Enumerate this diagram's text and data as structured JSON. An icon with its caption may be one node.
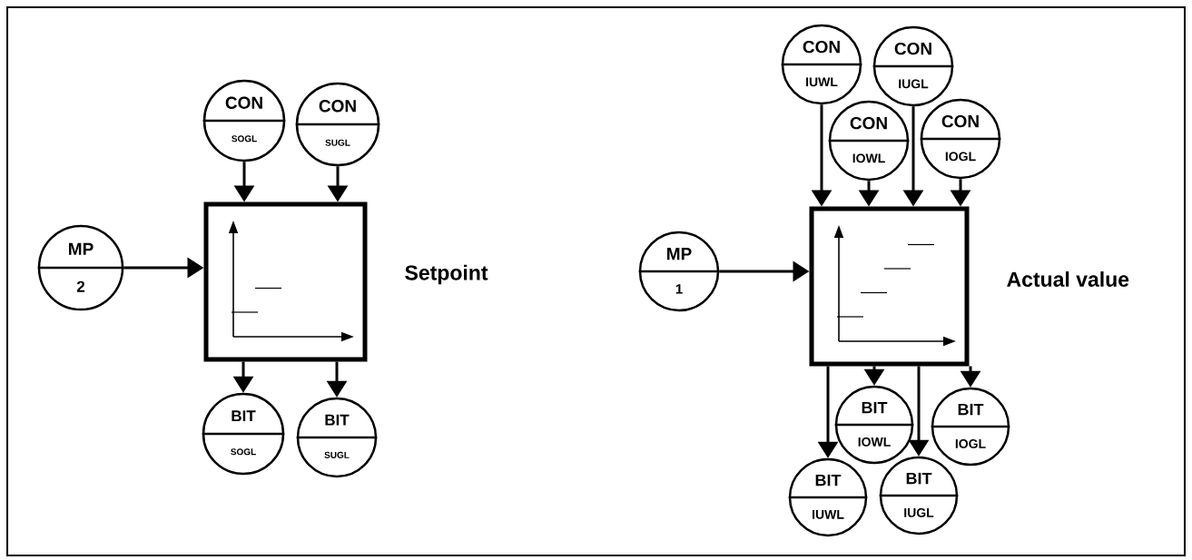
{
  "diagram": {
    "nodes": [
      {
        "text": [
          "CON",
          "SOGL"
        ]
      },
      {
        "text": [
          "CON",
          "SUGL"
        ]
      },
      {
        "text": [
          "MP",
          "2"
        ]
      },
      {
        "text": [],
        "shape": "box",
        "beside": [
          "Setpoint"
        ]
      },
      {
        "text": [
          "BIT",
          "SOGL"
        ]
      },
      {
        "text": [
          "BIT",
          "SUGL"
        ]
      },
      {
        "text": [
          "CON",
          "IUWL"
        ]
      },
      {
        "text": [
          "CON",
          "IUGL"
        ]
      },
      {
        "text": [
          "CON",
          "IOWL"
        ]
      },
      {
        "text": [
          "CON",
          "IOGL"
        ]
      },
      {
        "text": [
          "MP",
          "1"
        ]
      },
      {
        "text": [],
        "shape": "box",
        "beside": [
          "Actual value"
        ]
      },
      {
        "text": [
          "BIT",
          "IOWL"
        ]
      },
      {
        "text": [
          "BIT",
          "IOGL"
        ]
      },
      {
        "text": [
          "BIT",
          "IUWL"
        ]
      },
      {
        "text": [
          "BIT",
          "IUGL"
        ]
      }
    ],
    "edges": [
      {
        "from": 0,
        "to": 3,
        "arrow": "to"
      },
      {
        "from": 1,
        "to": 3,
        "arrow": "to"
      },
      {
        "from": 2,
        "to": 3,
        "arrow": "to"
      },
      {
        "from": 3,
        "to": 4,
        "arrow": "to"
      },
      {
        "from": 3,
        "to": 5,
        "arrow": "to"
      },
      {
        "from": 6,
        "to": 11,
        "arrow": "to"
      },
      {
        "from": 7,
        "to": 11,
        "arrow": "to"
      },
      {
        "from": 8,
        "to": 11,
        "arrow": "to"
      },
      {
        "from": 9,
        "to": 11,
        "arrow": "to"
      },
      {
        "from": 10,
        "to": 11,
        "arrow": "to"
      },
      {
        "from": 11,
        "to": 12,
        "arrow": "to"
      },
      {
        "from": 11,
        "to": 13,
        "arrow": "to"
      },
      {
        "from": 11,
        "to": 14,
        "arrow": "to"
      },
      {
        "from": 11,
        "to": 15,
        "arrow": "to"
      }
    ]
  }
}
